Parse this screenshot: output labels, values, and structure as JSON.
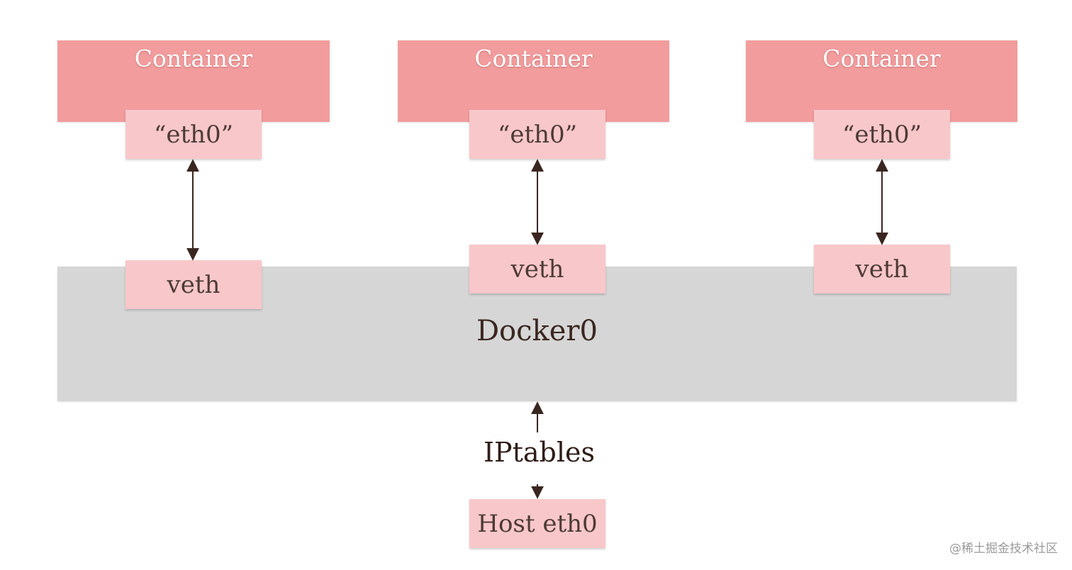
{
  "containers": [
    {
      "title": "Container",
      "iface": "“eth0”",
      "veth": "veth"
    },
    {
      "title": "Container",
      "iface": "“eth0”",
      "veth": "veth"
    },
    {
      "title": "Container",
      "iface": "“eth0”",
      "veth": "veth"
    }
  ],
  "bridge": {
    "label": "Docker0"
  },
  "iptables": {
    "label": "IPtables"
  },
  "host": {
    "label": "Host eth0"
  },
  "watermark": "@稀土掘金技术社区",
  "colors": {
    "container": "#f29c9d",
    "interface": "#f8c7ca",
    "bridge": "#d6d6d6",
    "arrow": "#3a2620"
  }
}
